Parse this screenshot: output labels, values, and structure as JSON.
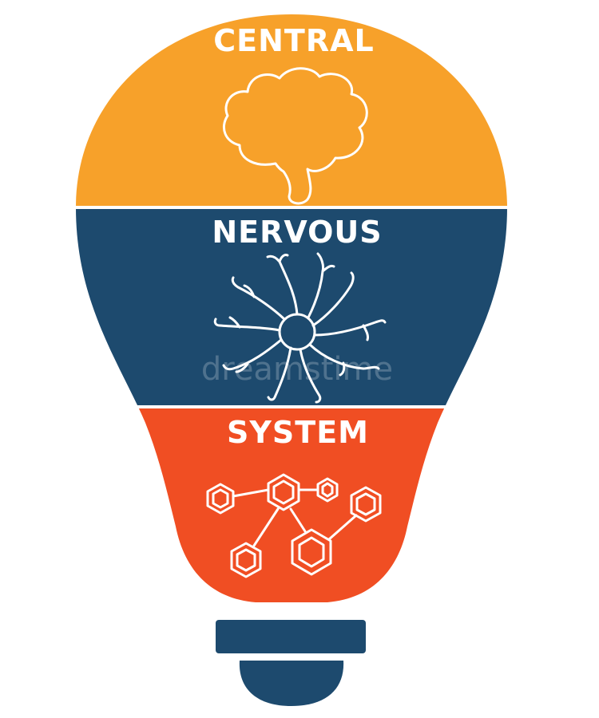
{
  "headline": {
    "word1": "CENTRAL",
    "word2": "NERVOUS",
    "word3": "SYSTEM"
  },
  "watermark": "dreamstime",
  "icons": {
    "top": "brain-icon",
    "middle": "neuron-icon",
    "bottom": "molecule-icon"
  },
  "colors": {
    "orange": "#F7A12A",
    "navy": "#1D4A6E",
    "red": "#F04E23",
    "base": "#1D4A6E"
  }
}
